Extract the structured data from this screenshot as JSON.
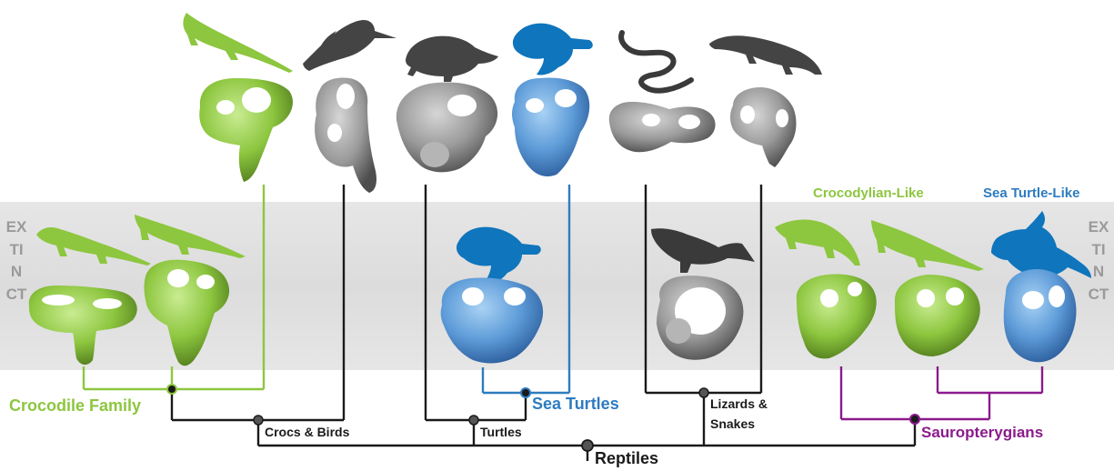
{
  "labels": {
    "extinct_left": "EXTINCT",
    "extinct_right": "EXTINCT",
    "crocodilian_like": "Crocodylian-Like",
    "sea_turtle_like": "Sea Turtle-Like",
    "crocodile_family": "Crocodile Family",
    "crocs_birds": "Crocs & Birds",
    "turtles": "Turtles",
    "sea_turtles": "Sea Turtles",
    "lizards_snakes_line1": "Lizards &",
    "lizards_snakes_line2": "Snakes",
    "sauropterygians": "Sauropterygians",
    "reptiles": "Reptiles"
  },
  "colors": {
    "crocodile_green": "#8dc63f",
    "sea_turtle_blue": "#2e7cc0",
    "sauropterygian_purple": "#8b1a8b",
    "lineage_black": "#1a1a1a",
    "silhouette_gray": "#4a4a4a",
    "extinct_text_gray": "#9a9a9a",
    "extinct_band_gray": "#e0e0e0"
  },
  "specimens": {
    "living": [
      "crocodile",
      "bird",
      "snapping-turtle",
      "sea-turtle",
      "snake",
      "lizard"
    ],
    "extinct": [
      "extinct-crocodile-1",
      "extinct-crocodile-2",
      "extinct-sea-turtle",
      "ichthyosaur",
      "sauropterygian-1",
      "sauropterygian-2",
      "plesiosaur"
    ]
  }
}
